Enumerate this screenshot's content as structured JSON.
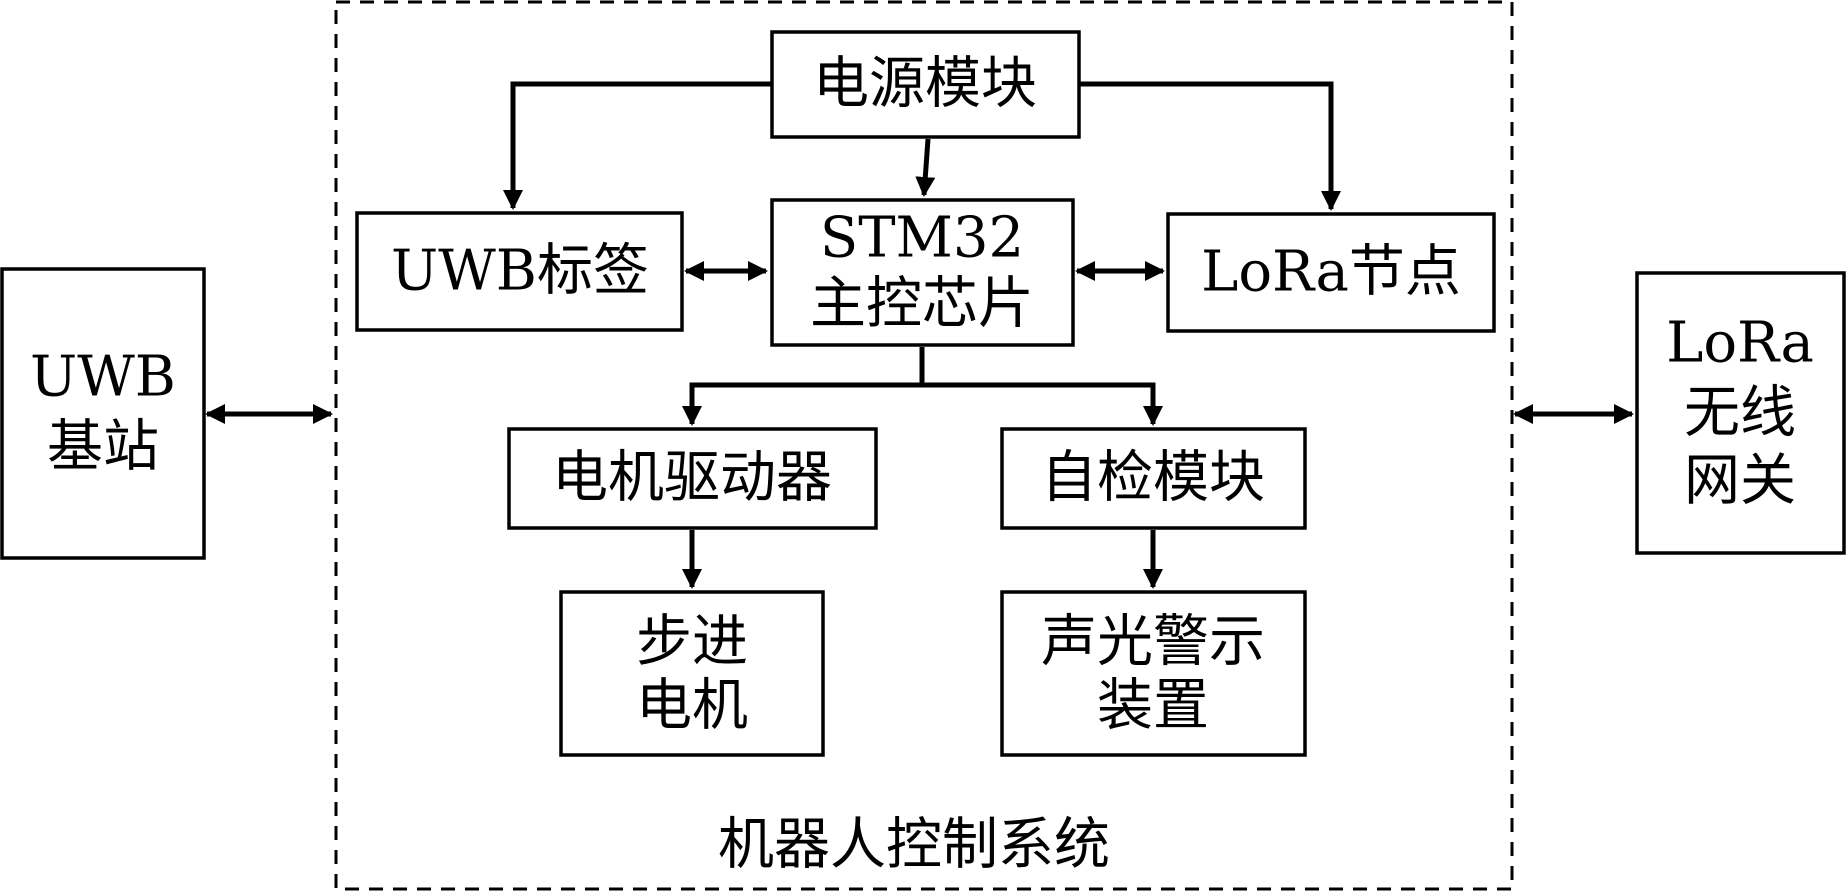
{
  "diagram": {
    "system_label": "机器人控制系统",
    "blocks": {
      "uwb_base": [
        "UWB",
        "基站"
      ],
      "power": [
        "电源模块"
      ],
      "uwb_tag": [
        "UWB标签"
      ],
      "mcu": [
        "STM32",
        "主控芯片"
      ],
      "lora_node": [
        "LoRa节点"
      ],
      "motor_driver": [
        "电机驱动器"
      ],
      "self_check": [
        "自检模块"
      ],
      "stepper": [
        "步进",
        "电机"
      ],
      "alarm": [
        "声光警示",
        "装置"
      ],
      "lora_gateway": [
        "LoRa",
        "无线",
        "网关"
      ]
    }
  }
}
